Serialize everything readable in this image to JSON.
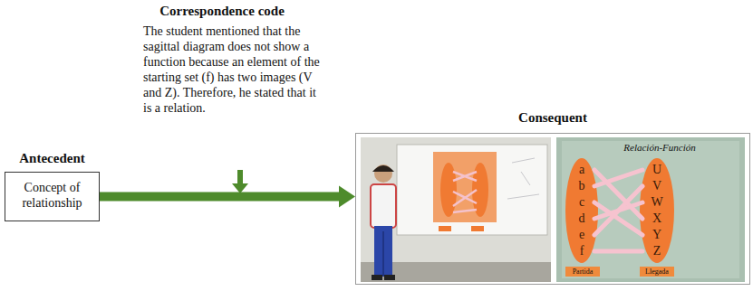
{
  "diagram": {
    "nodes": [
      {
        "text": [
          "Antecedent",
          "Concept of relationship"
        ]
      },
      {
        "text": [
          "Consequent"
        ]
      }
    ],
    "edges": [
      {
        "from": 0,
        "to": 1,
        "arrow": "to"
      }
    ],
    "labels": [
      "Correspondence code",
      "The student mentioned that the sagittal diagram does not show a function because an element of the starting set (f) has two images (V and Z). Therefore, he stated that it is a relation.",
      "Relación-Función",
      "a",
      "b",
      "c",
      "d",
      "e",
      "f",
      "U",
      "V",
      "W",
      "X",
      "Y",
      "Z",
      "Partida",
      "Llegada"
    ]
  }
}
